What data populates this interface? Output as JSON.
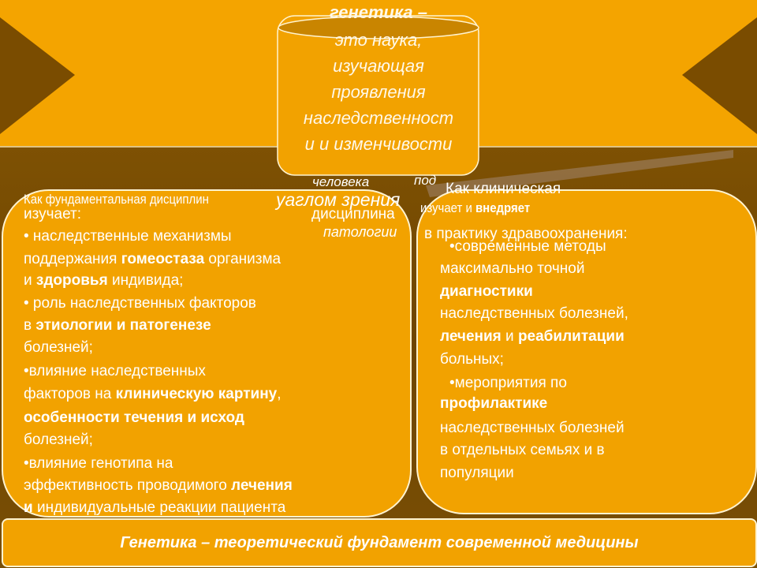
{
  "center": {
    "title": "генетика –",
    "lines": [
      "это наука,",
      "изучающая",
      "проявления",
      "наследственност",
      "и и изменчивости"
    ]
  },
  "overlap": {
    "w1": "человека",
    "w2": "под",
    "w3": "уаглом зрения",
    "w4": "дисциплина",
    "w5": "патологии"
  },
  "left_panel": {
    "lines": [
      [
        {
          "t": "Как фундаментальная дисциплин",
          "b": false
        }
      ],
      [
        {
          "t": "изучает:",
          "b": false
        }
      ],
      [
        {
          "t": "• наследственные механизмы",
          "b": false
        }
      ],
      [
        {
          "t": "поддержания ",
          "b": false
        },
        {
          "t": "гомеостаза",
          "b": true
        },
        {
          "t": " организма",
          "b": false
        }
      ],
      [
        {
          "t": "и ",
          "b": false
        },
        {
          "t": "здоровья",
          "b": true
        },
        {
          "t": " индивида;",
          "b": false
        }
      ],
      [
        {
          "t": "• роль наследственных факторов",
          "b": false
        }
      ],
      [
        {
          "t": "в ",
          "b": false
        },
        {
          "t": "этиологии и патогенезе",
          "b": true
        }
      ],
      [
        {
          "t": "болезней;",
          "b": false
        }
      ],
      [
        {
          "t": " •влияние наследственных",
          "b": false
        }
      ],
      [
        {
          "t": "факторов на ",
          "b": false
        },
        {
          "t": "клиническую картину",
          "b": true
        },
        {
          "t": ",",
          "b": false
        }
      ],
      [
        {
          "t": "особенности течения и исход",
          "b": true
        }
      ],
      [
        {
          "t": "болезней;",
          "b": false
        }
      ],
      [
        {
          "t": " •влияние генотипа на",
          "b": false
        }
      ],
      [
        {
          "t": "эффективность проводимого ",
          "b": false
        },
        {
          "t": "лечения",
          "b": true
        }
      ],
      [
        {
          "t": "и",
          "b": true
        },
        {
          "t": " индивидуальные реакции пациента",
          "b": false
        }
      ]
    ]
  },
  "right_panel": {
    "lines": [
      [
        {
          "t": "Как клиническая",
          "b": false
        }
      ],
      [
        {
          "t": "изучает и ",
          "b": false
        },
        {
          "t": "внедряет",
          "b": true
        }
      ],
      [
        {
          "t": "в практику здравоохранения:",
          "b": false
        }
      ],
      [
        {
          "t": "•современные методы",
          "b": false
        }
      ],
      [
        {
          "t": "максимально точной",
          "b": false
        }
      ],
      [
        {
          "t": "диагностики",
          "b": true
        }
      ],
      [
        {
          "t": "наследственных болезней,",
          "b": false
        }
      ],
      [
        {
          "t": "лечения",
          "b": true
        },
        {
          "t": " и ",
          "b": false
        },
        {
          "t": "реабилитации",
          "b": true
        }
      ],
      [
        {
          "t": "больных;",
          "b": false
        }
      ],
      [
        {
          "t": "•мероприятия по",
          "b": false
        }
      ],
      [
        {
          "t": "профилактике",
          "b": true
        }
      ],
      [
        {
          "t": "наследственных болезней",
          "b": false
        }
      ],
      [
        {
          "t": "в отдельных семьях и в",
          "b": false
        }
      ],
      [
        {
          "t": "популяции",
          "b": false
        }
      ]
    ]
  },
  "footer": "Генетика – теоретический фундамент современной медицины",
  "colors": {
    "orange": "#f2a200",
    "brown": "#7a4f06"
  }
}
